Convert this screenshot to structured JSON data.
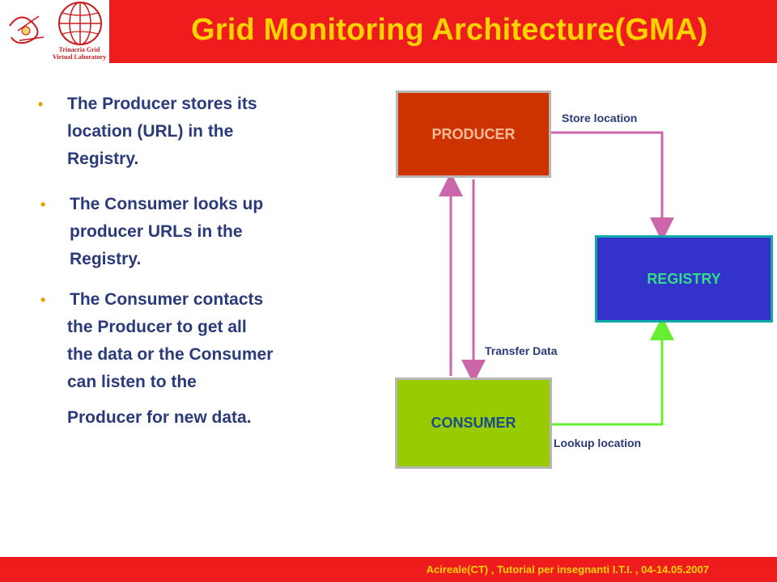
{
  "header": {
    "title": "Grid Monitoring Architecture(GMA)",
    "logo_line1": "Trinacria Grid",
    "logo_line2": "Virtual Laboratory"
  },
  "bullets": [
    {
      "lines": [
        "The Producer stores its",
        "location (URL) in the",
        "Registry."
      ]
    },
    {
      "lines": [
        "The Consumer looks up",
        "producer URLs in the",
        "Registry."
      ]
    },
    {
      "lines": [
        "The Consumer contacts",
        "the Producer to get all",
        "the data or the Consumer",
        "can listen to the",
        "Producer for new data."
      ]
    }
  ],
  "diagram": {
    "nodes": {
      "producer": "PRODUCER",
      "registry": "REGISTRY",
      "consumer": "CONSUMER"
    },
    "edges": {
      "store_location": "Store location",
      "transfer_data": "Transfer Data",
      "lookup_location": "Lookup location"
    }
  },
  "footer": {
    "text": "Acireale(CT) , Tutorial per insegnanti I.T.I.  , 04-14.05.2007"
  },
  "colors": {
    "header_bg": "#ee1c1c",
    "title": "#ffd200",
    "producer": "#cc3300",
    "registry": "#3333cc",
    "consumer": "#99cc00",
    "store_arrow": "#cc66aa",
    "lookup_arrow": "#66ee33",
    "transfer_arrow": "#cc66aa"
  }
}
